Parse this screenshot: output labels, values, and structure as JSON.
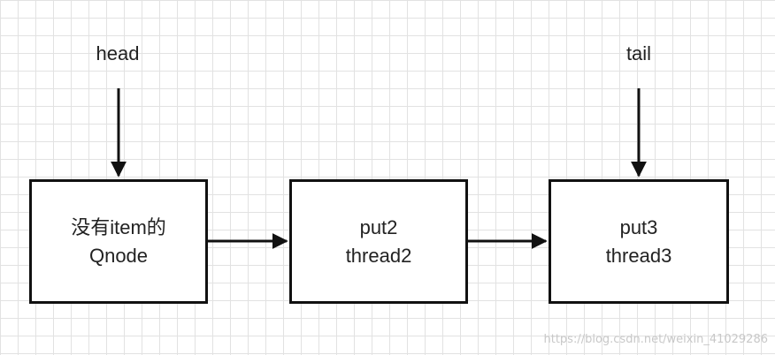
{
  "pointers": {
    "head": "head",
    "tail": "tail"
  },
  "nodes": [
    {
      "line1": "没有item的",
      "line2": "Qnode"
    },
    {
      "line1": "put2",
      "line2": "thread2"
    },
    {
      "line1": "put3",
      "line2": "thread3"
    }
  ],
  "watermark": "https://blog.csdn.net/weixin_41029286",
  "colors": {
    "grid": "#e2e2e2",
    "stroke": "#111111",
    "text": "#222222"
  }
}
